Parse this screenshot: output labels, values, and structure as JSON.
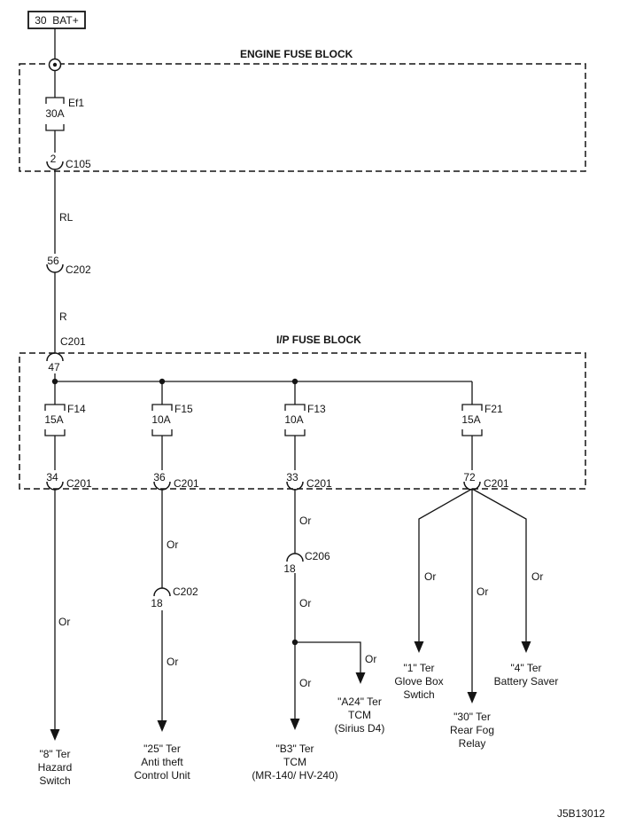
{
  "doc": {
    "code": "J5B13012"
  },
  "battery": {
    "label": "30  BAT+"
  },
  "engine_block": {
    "title": "ENGINE FUSE BLOCK",
    "fuse_name": "Ef1",
    "fuse_rating": "30A",
    "out_pin": "2",
    "out_conn": "C105"
  },
  "trunk": {
    "wire1_color": "RL",
    "wire2_color": "R",
    "c202_pin": "56",
    "c202_name": "C202",
    "c201_name": "C201",
    "c201_pin": "47"
  },
  "ip_block": {
    "title": "I/P FUSE BLOCK",
    "fuses": [
      {
        "name": "F14",
        "rating": "15A",
        "out_pin": "34",
        "out_conn": "C201"
      },
      {
        "name": "F15",
        "rating": "10A",
        "out_pin": "36",
        "out_conn": "C201"
      },
      {
        "name": "F13",
        "rating": "10A",
        "out_pin": "33",
        "out conn": "C201",
        "out_conn": "C201"
      },
      {
        "name": "F21",
        "rating": "15A",
        "out_pin": "72",
        "out_conn": "C201"
      }
    ]
  },
  "wire_color": "Or",
  "inline_connectors": {
    "c202": {
      "pin": "18",
      "name": "C202"
    },
    "c206": {
      "pin": "18",
      "name": "C206"
    }
  },
  "destinations": {
    "hazard": [
      "\"8\" Ter",
      "Hazard",
      "Switch"
    ],
    "antitheft": [
      "\"25\" Ter",
      "Anti theft",
      "Control Unit"
    ],
    "tcm_b3": [
      "\"B3\" Ter",
      "TCM",
      "(MR-140/ HV-240)"
    ],
    "tcm_a24": [
      "\"A24\" Ter",
      "TCM",
      "(Sirius D4)"
    ],
    "glovebox": [
      "\"1\" Ter",
      "Glove Box",
      "Swtich"
    ],
    "rearfog": [
      "\"30\" Ter",
      "Rear Fog",
      "Relay"
    ],
    "batterysaver": [
      "\"4\" Ter",
      "Battery Saver"
    ]
  }
}
